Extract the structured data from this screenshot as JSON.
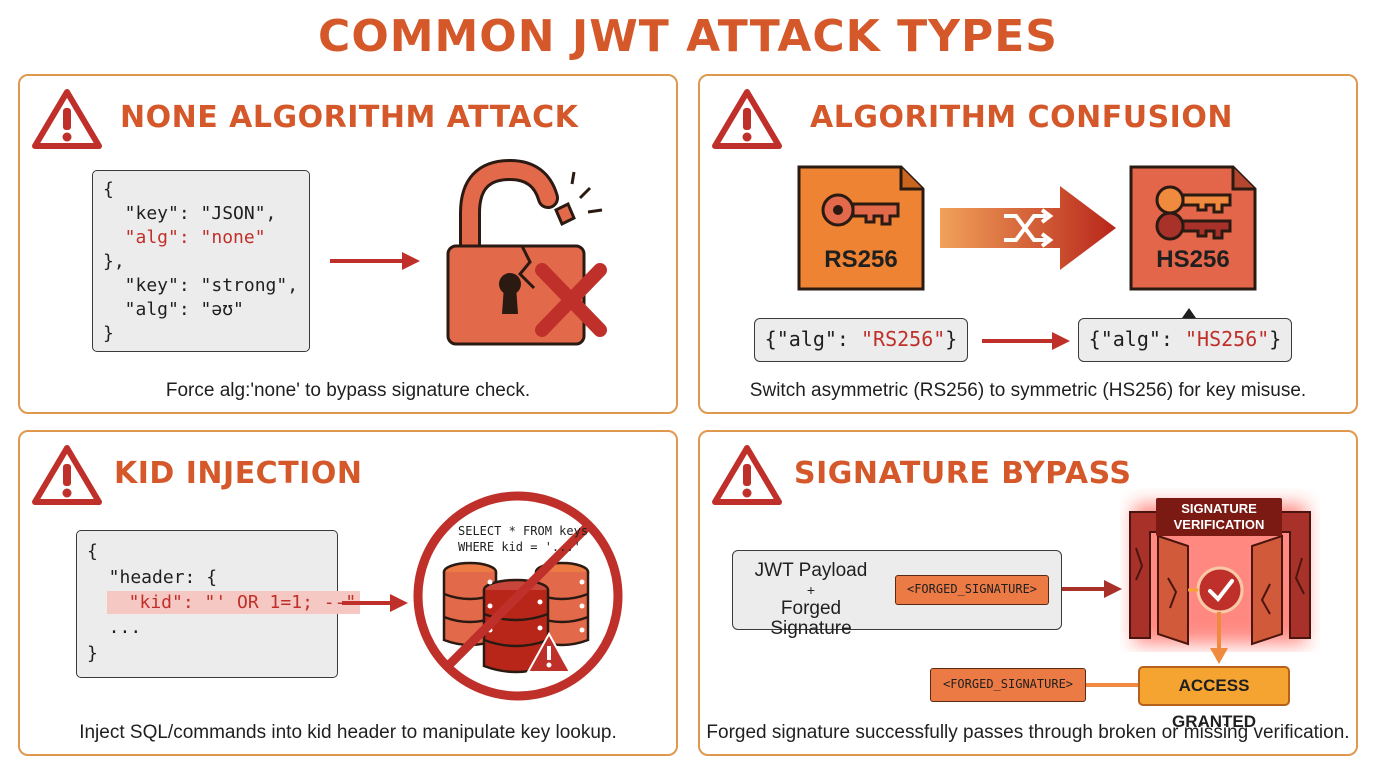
{
  "title": "COMMON JWT ATTACK TYPES",
  "colors": {
    "accent": "#d4582a",
    "panel_border": "#e0984f",
    "danger_red": "#c0302a",
    "lock_orange": "#e3694b",
    "access_amber": "#f5a432"
  },
  "panels": [
    {
      "title": "NONE ALGORITHM ATTACK",
      "icon": "warning-triangle-icon",
      "code_lines": [
        "{",
        "  \"key\": \"JSON\",",
        "  \"alg\": \"none\"",
        "},",
        "  \"key\": \"strong\",",
        "  \"alg\": \"əʊ\"",
        "}"
      ],
      "visual_icon": "broken-padlock-icon",
      "caption": "Force alg:'none' to bypass signature check."
    },
    {
      "title": "ALGORITHM CONFUSION",
      "icon": "warning-triangle-icon",
      "left_doc": "RS256",
      "right_doc": "HS256",
      "left_alg": "{\"alg\": \"RS256\"}",
      "left_alg_key": "{\"alg\": ",
      "left_alg_val": "\"RS256\"",
      "right_alg_key": "{\"alg\": ",
      "right_alg_val": "\"HS256\"",
      "visual_icon": "shuffle-icon",
      "caption": "Switch asymmetric (RS256) to symmetric (HS256) for key misuse."
    },
    {
      "title": "KID INJECTION",
      "icon": "warning-triangle-icon",
      "code_lines": [
        "{",
        "  \"header: {",
        "  \"kid\": \"' OR 1=1; --\"",
        "  ...",
        "}"
      ],
      "sql_lines": [
        "SELECT * FROM keys",
        "WHERE kid = '...'"
      ],
      "visual_icon": "database-prohibited-icon",
      "caption": "Inject SQL/commands into kid header to manipulate key lookup."
    },
    {
      "title": "SIGNATURE BYPASS",
      "icon": "warning-triangle-icon",
      "payload_line1": "JWT Payload",
      "payload_plus": "+",
      "payload_line2": "Forged Signature",
      "forged_tag": "<FORGED_SIGNATURE>",
      "gate_label_1": "SIGNATURE",
      "gate_label_2": "VERIFICATION",
      "access": "ACCESS GRANTED",
      "caption": "Forged signature successfully passes through broken or missing verification."
    }
  ]
}
